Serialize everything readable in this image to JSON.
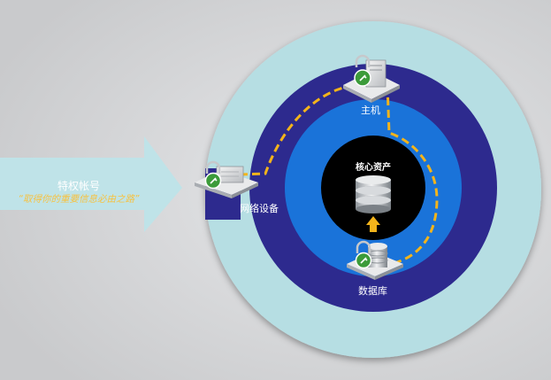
{
  "arrow": {
    "title": "特权帐号",
    "subtitle": "“取得你的重要信息必由之路”"
  },
  "center": {
    "label": "核心资产"
  },
  "nodes": {
    "host": {
      "label": "主机"
    },
    "network": {
      "label": "网络设备"
    },
    "database": {
      "label": "数据库"
    }
  },
  "colors": {
    "background": "#cfd0d2",
    "outer_ring": "#b6dee3",
    "middle_ring": "#2d2a8e",
    "inner_ring": "#1a73d9",
    "core": "#000000",
    "path": "#f3b41b",
    "arrow": "#bfe3e8"
  },
  "icons": [
    "lock-icon",
    "key-icon",
    "server-icon",
    "database-icon",
    "up-arrow-icon"
  ]
}
